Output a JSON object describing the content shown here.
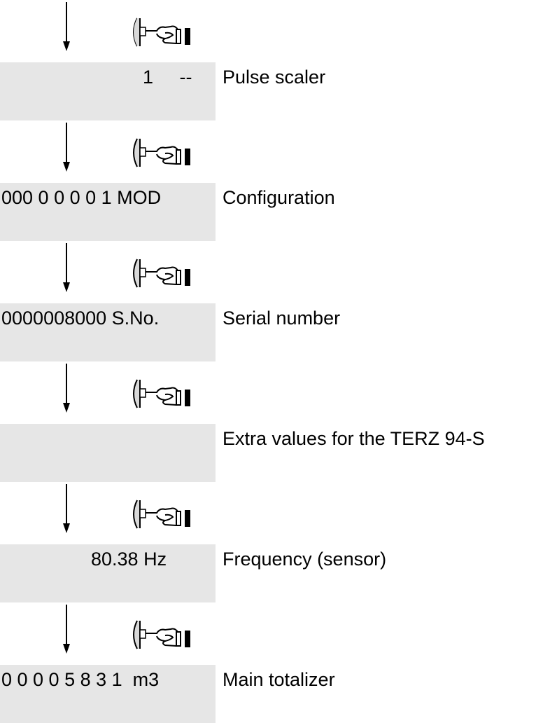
{
  "steps": [
    {
      "display": "1     --",
      "caption": "Pulse scaler"
    },
    {
      "display": "000 0 0 0 0 1 MOD",
      "caption": "Configuration"
    },
    {
      "display": "0000008000 S.No.",
      "caption": "Serial number"
    },
    {
      "display": "",
      "caption": "Extra values for the TERZ 94-S"
    },
    {
      "display": "80.38 Hz",
      "caption": "Frequency (sensor)"
    },
    {
      "display": "0 0 0 0 5 8 3 1  m3",
      "caption": "Main totalizer"
    }
  ],
  "icons": {
    "arrow": "down-arrow-icon",
    "button": "press-button-hand-icon"
  }
}
